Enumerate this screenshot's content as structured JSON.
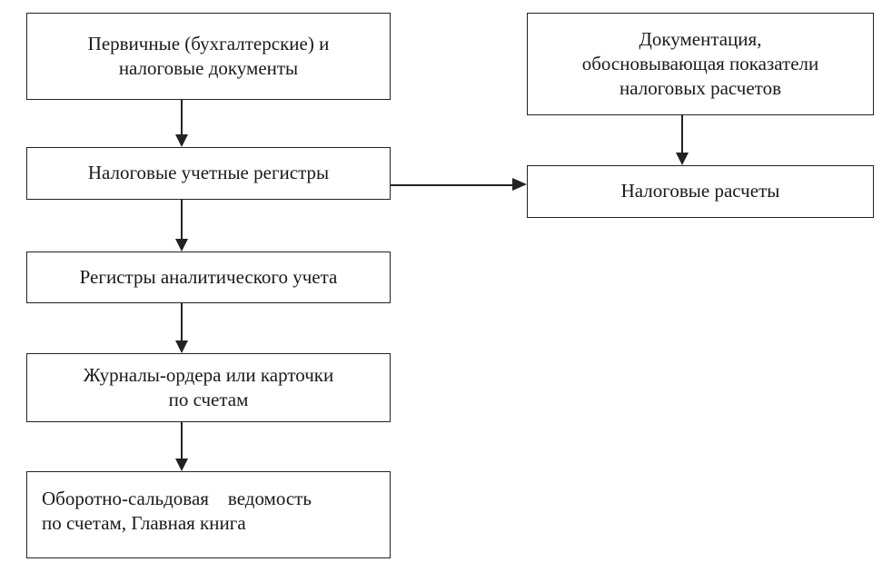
{
  "diagram": {
    "nodes": {
      "primary_docs": "Первичные (бухгалтерские) и\nналоговые документы",
      "tax_registers": "Налоговые учетные регистры",
      "analytic_registers": "Регистры аналитического учета",
      "journals": "Журналы-ордера или карточки\nпо счетам",
      "trial_balance": "Оборотно-сальдовая    ведомость\nпо счетам, Главная книга",
      "documentation": "Документация,\nобосновывающая показатели\nналоговых расчетов",
      "tax_calculations": "Налоговые расчеты"
    },
    "edges": [
      {
        "from": "primary_docs",
        "to": "tax_registers"
      },
      {
        "from": "tax_registers",
        "to": "analytic_registers"
      },
      {
        "from": "analytic_registers",
        "to": "journals"
      },
      {
        "from": "journals",
        "to": "trial_balance"
      },
      {
        "from": "documentation",
        "to": "tax_calculations"
      },
      {
        "from": "tax_registers",
        "to": "tax_calculations"
      }
    ]
  }
}
